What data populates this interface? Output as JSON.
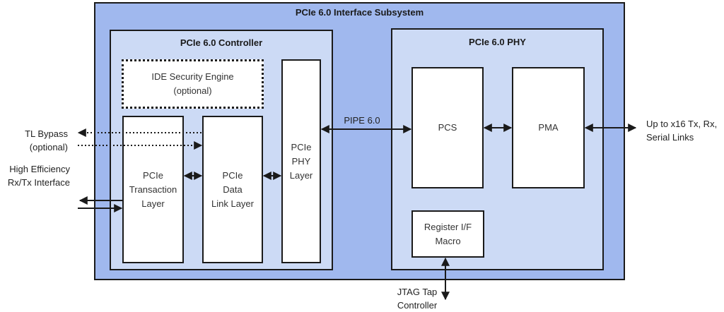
{
  "diagram": {
    "subsystem_title": "PCIe 6.0 Interface Subsystem",
    "controller": {
      "title": "PCIe 6.0 Controller",
      "ide": "IDE Security Engine\n(optional)",
      "transaction_layer": "PCIe\nTransaction\nLayer",
      "data_link_layer": "PCIe\nData\nLink Layer",
      "phy_layer": "PCIe\nPHY\nLayer"
    },
    "phy": {
      "title": "PCIe 6.0 PHY",
      "pcs": "PCS",
      "pma": "PMA",
      "register_if": "Register I/F\nMacro"
    },
    "pipe_label": "PIPE 6.0",
    "external": {
      "tl_bypass": "TL Bypass\n(optional)",
      "high_efficiency": "High Efficiency\nRx/Tx Interface",
      "serial_links": "Up to x16 Tx, Rx,\nSerial Links",
      "jtag": "JTAG Tap\nController"
    },
    "colors": {
      "outer_fill": "#a0b8ee",
      "inner_fill": "#ccdaf5",
      "block_fill": "#ffffff",
      "line": "#1a1a1a"
    }
  }
}
